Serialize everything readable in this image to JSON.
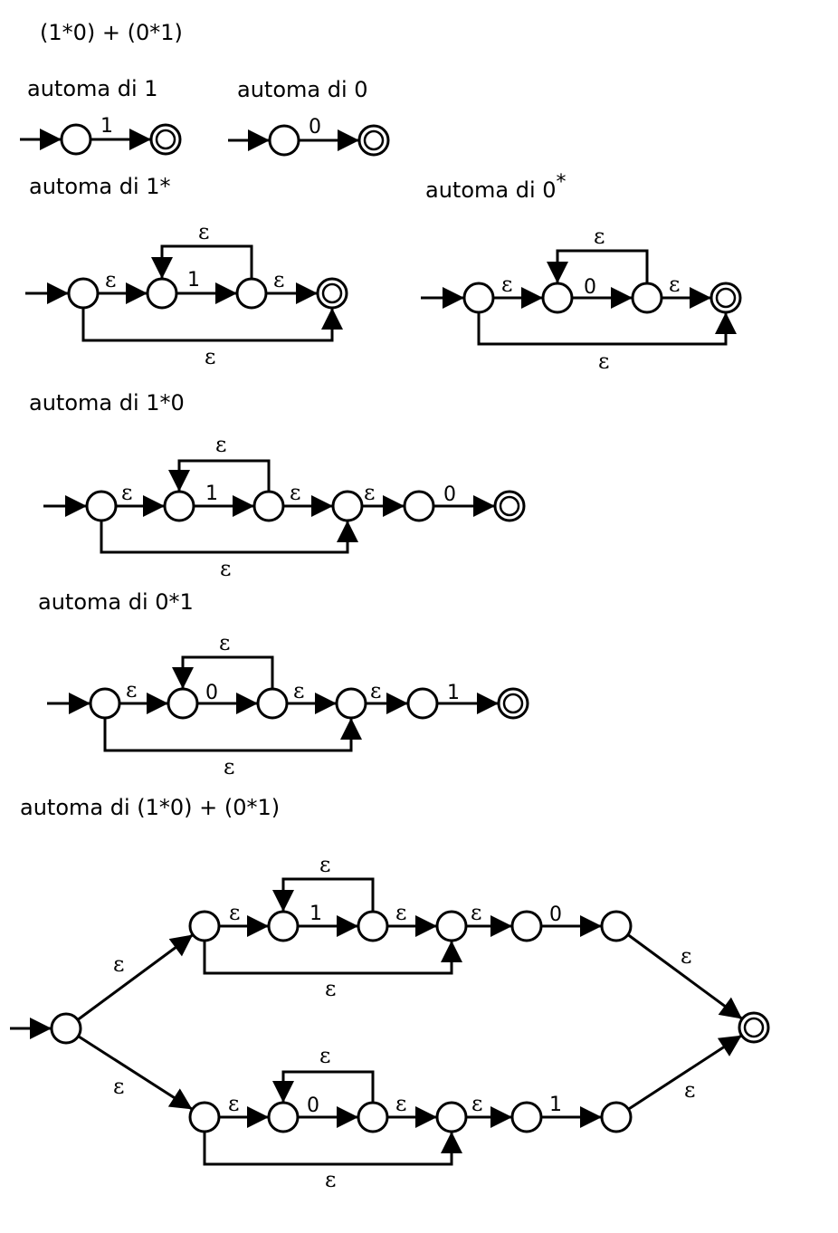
{
  "expression": "(1*0) + (0*1)",
  "epsilon": "ε",
  "diagrams": [
    {
      "id": "d1",
      "title": "automa di 1",
      "edges": [
        {
          "label": "1"
        }
      ]
    },
    {
      "id": "d2",
      "title": "automa di 0",
      "edges": [
        {
          "label": "0"
        }
      ]
    },
    {
      "id": "d3",
      "title": "automa di 1*",
      "edges": [
        {
          "label": "ε"
        },
        {
          "label": "1"
        },
        {
          "label": "ε"
        },
        {
          "label": "ε"
        },
        {
          "label": "ε"
        }
      ]
    },
    {
      "id": "d4",
      "title": "automa di 0",
      "title_sup": "*",
      "edges": [
        {
          "label": "ε"
        },
        {
          "label": "0"
        },
        {
          "label": "ε"
        },
        {
          "label": "ε"
        },
        {
          "label": "ε"
        }
      ]
    },
    {
      "id": "d5",
      "title": "automa di 1*0",
      "edges": [
        {
          "label": "ε"
        },
        {
          "label": "1"
        },
        {
          "label": "ε"
        },
        {
          "label": "ε"
        },
        {
          "label": "0"
        },
        {
          "label": "ε"
        },
        {
          "label": "ε"
        }
      ]
    },
    {
      "id": "d6",
      "title": "automa di  0*1",
      "edges": [
        {
          "label": "ε"
        },
        {
          "label": "0"
        },
        {
          "label": "ε"
        },
        {
          "label": "ε"
        },
        {
          "label": "1"
        },
        {
          "label": "ε"
        },
        {
          "label": "ε"
        }
      ]
    },
    {
      "id": "d7",
      "title": "automa di (1*0) + (0*1)",
      "edges": [
        {
          "label": "ε"
        },
        {
          "label": "ε"
        },
        {
          "label": "ε"
        },
        {
          "label": "1"
        },
        {
          "label": "ε"
        },
        {
          "label": "ε"
        },
        {
          "label": "0"
        },
        {
          "label": "ε"
        },
        {
          "label": "ε"
        },
        {
          "label": "ε"
        },
        {
          "label": "0"
        },
        {
          "label": "ε"
        },
        {
          "label": "ε"
        },
        {
          "label": "1"
        },
        {
          "label": "ε"
        },
        {
          "label": "ε"
        },
        {
          "label": "ε"
        },
        {
          "label": "ε"
        }
      ]
    }
  ]
}
